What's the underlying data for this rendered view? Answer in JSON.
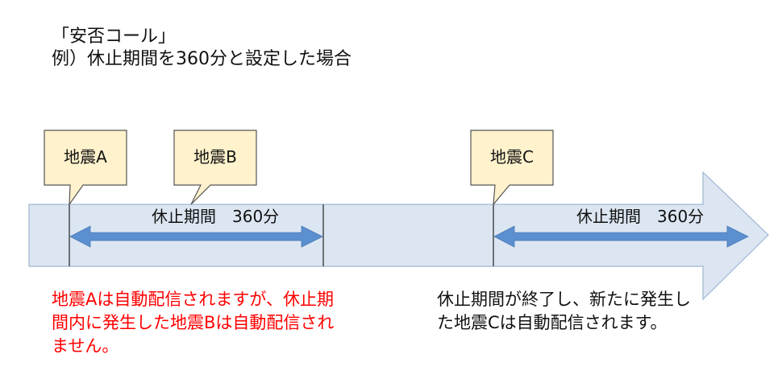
{
  "header": {
    "title": "「安否コール」",
    "subtitle": "例）休止期間を360分と設定した場合"
  },
  "events": {
    "a": "地震A",
    "b": "地震B",
    "c": "地震C"
  },
  "periods": {
    "first": "休止期間　360分",
    "second": "休止期間　360分"
  },
  "notes": {
    "left": "地震Aは自動配信されますが、休止期間内に発生した地震Bは自動配信されません。",
    "right": "休止期間が終了し、新たに発生した地震Cは自動配信されます。"
  },
  "colors": {
    "band_fill": "#dce6f2",
    "band_stroke": "#9fb6d3",
    "arrow_fill": "#5b8fd0",
    "callout_fill": "#fff2cc",
    "callout_stroke": "#555555",
    "warning_text": "#ff0000"
  }
}
